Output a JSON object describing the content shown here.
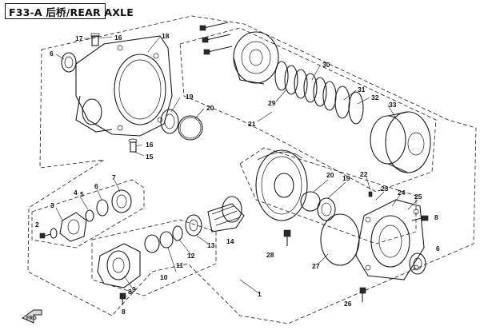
{
  "title": "F33-A 后桥/REAR AXLE",
  "callouts": [
    "17",
    "16",
    "18",
    "6",
    "19",
    "20",
    "16",
    "15",
    "30",
    "29",
    "31",
    "32",
    "33",
    "21",
    "4",
    "3",
    "5",
    "6",
    "7",
    "2",
    "8",
    "9",
    "10",
    "11",
    "12",
    "13",
    "14",
    "28",
    "20",
    "19",
    "22",
    "23",
    "24",
    "25",
    "8",
    "6",
    "27",
    "1",
    "26",
    "8"
  ],
  "front_arrow_label": "FRO"
}
